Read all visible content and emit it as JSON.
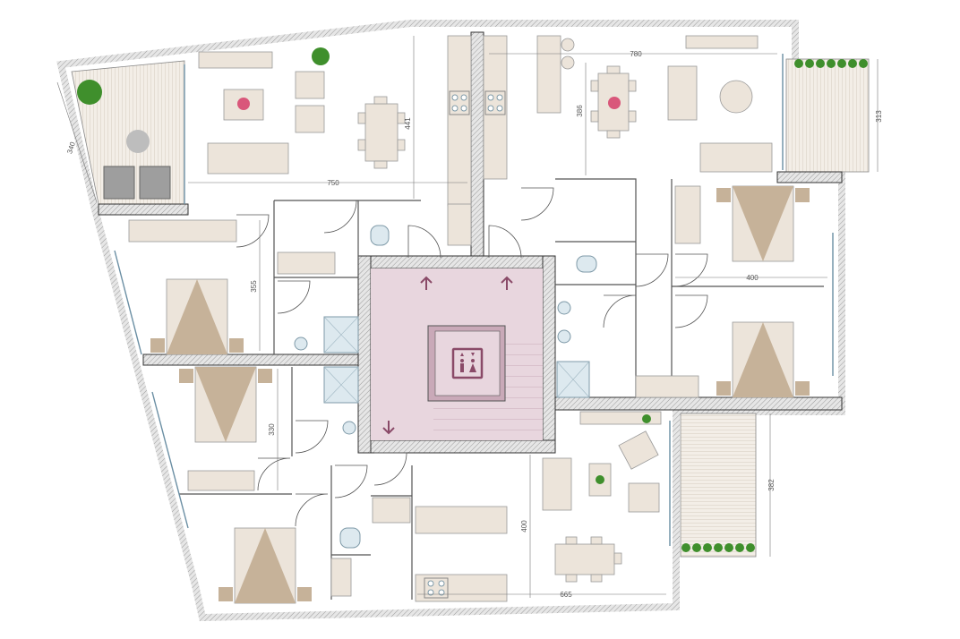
{
  "plan": {
    "dimensions": {
      "d340": "340",
      "d441": "441",
      "d750": "750",
      "d780": "780",
      "d386": "386",
      "d313": "313",
      "d355": "355",
      "d400a": "400",
      "d330": "330",
      "d382": "382",
      "d400b": "400",
      "d665": "665"
    },
    "colors": {
      "wall": "#d9d9d9",
      "wall_stroke": "#333333",
      "core": "#e8d6de",
      "furniture": "#ece4da",
      "bed_triangle": "#c6b299",
      "terrace": "#f2ede6",
      "plant": "#3f8f2c",
      "arrow": "#8a4a68"
    },
    "icons": [
      "elevator-icon",
      "up-arrow-icon",
      "down-arrow-icon",
      "plant-icon",
      "toilet-icon",
      "shower-icon",
      "sink-icon",
      "stove-icon"
    ]
  }
}
